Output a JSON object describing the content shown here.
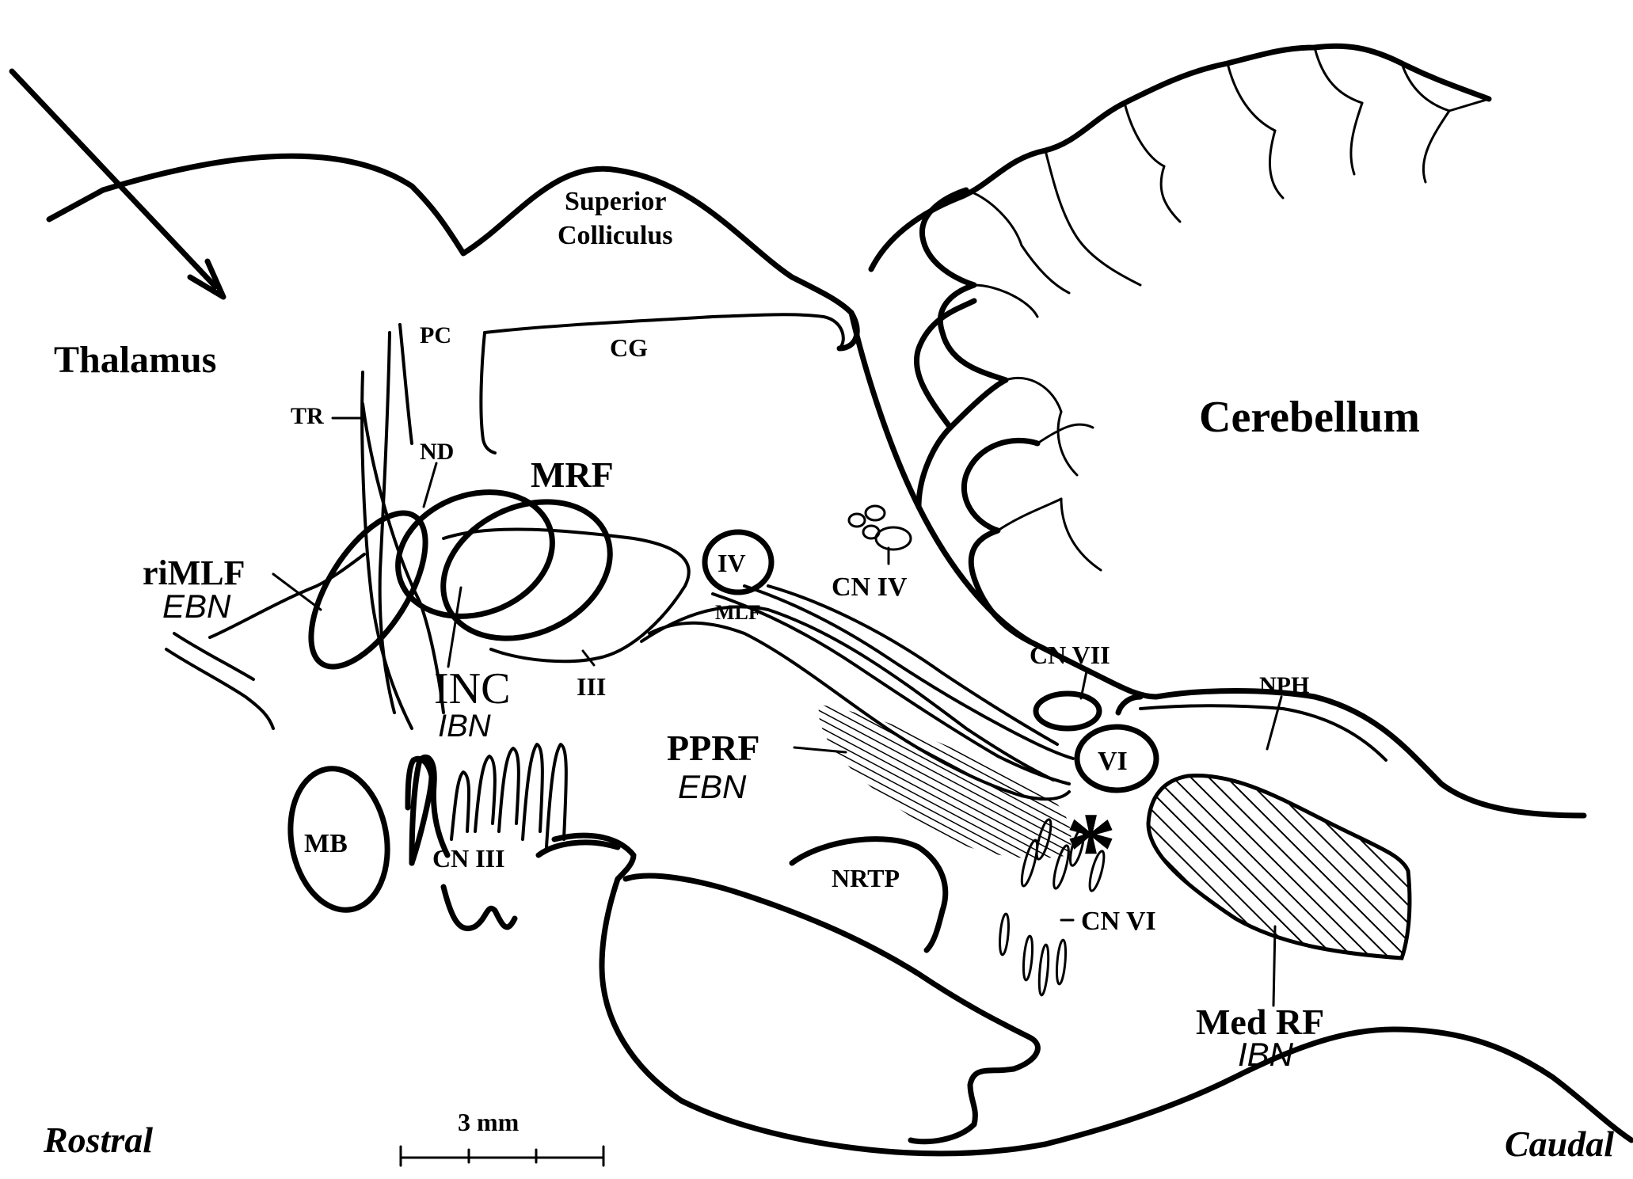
{
  "diagram": {
    "labels": {
      "thalamus": "Thalamus",
      "superior_colliculus_line1": "Superior",
      "superior_colliculus_line2": "Colliculus",
      "pc": "PC",
      "cg": "CG",
      "tr": "TR",
      "nd": "ND",
      "mrf": "MRF",
      "cerebellum": "Cerebellum",
      "rimlf": "riMLF",
      "rimlf_sub": "EBN",
      "iv": "IV",
      "mlf": "MLF",
      "cn_iv": "CN IV",
      "inc": "INC",
      "inc_sub": "IBN",
      "iii": "III",
      "cn_vii": "CN VII",
      "nph": "NPH",
      "pprf": "PPRF",
      "pprf_sub": "EBN",
      "vi": "VI",
      "asterisk": "*",
      "mb": "MB",
      "cn_iii": "CN III",
      "nrtp": "NRTP",
      "cn_vi": "CN VI",
      "med_rf": "Med RF",
      "med_rf_sub": "IBN",
      "scale_bar": "3 mm",
      "rostral": "Rostral",
      "caudal": "Caudal"
    },
    "colors": {
      "ink": "#000000",
      "paper": "#ffffff"
    }
  }
}
